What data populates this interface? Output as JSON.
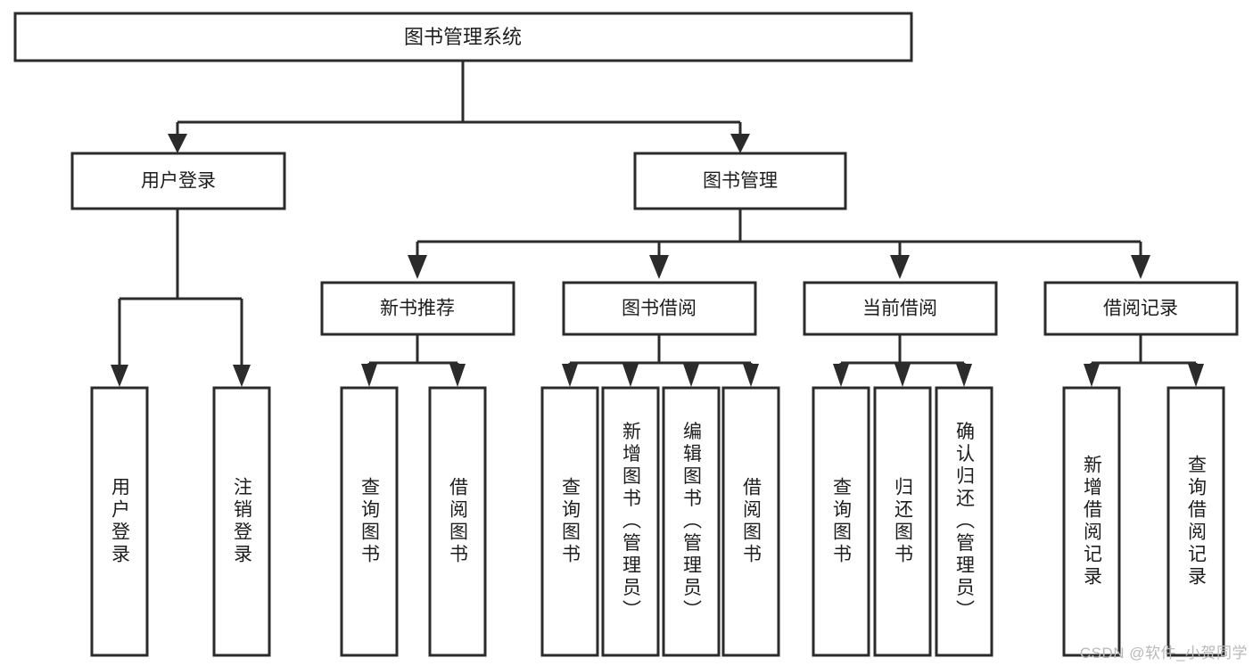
{
  "diagram": {
    "title": "图书管理系统",
    "type": "tree",
    "watermark": "CSDN @软件_小贺同学",
    "colors": {
      "stroke": "#2b2b2b",
      "fill": "#ffffff",
      "text": "#1d1d1d",
      "watermark": "#b9b9b9"
    },
    "nodes": {
      "root": {
        "label": "图书管理系统"
      },
      "level2": [
        {
          "id": "user-login",
          "label": "用户登录"
        },
        {
          "id": "book-manage",
          "label": "图书管理"
        }
      ],
      "level3": [
        {
          "id": "new-book-recommend",
          "label": "新书推荐"
        },
        {
          "id": "book-borrow",
          "label": "图书借阅"
        },
        {
          "id": "current-borrow",
          "label": "当前借阅"
        },
        {
          "id": "borrow-record",
          "label": "借阅记录"
        }
      ],
      "leaves": {
        "user-login": [
          {
            "id": "leaf-user-login",
            "label": "用户登录"
          },
          {
            "id": "leaf-user-logout",
            "label": "注销登录"
          }
        ],
        "new-book-recommend": [
          {
            "id": "leaf-query-book-1",
            "label": "查询图书"
          },
          {
            "id": "leaf-borrow-book-1",
            "label": "借阅图书"
          }
        ],
        "book-borrow": [
          {
            "id": "leaf-query-book-2",
            "label": "查询图书"
          },
          {
            "id": "leaf-add-book",
            "label": "新增图书（管理员）"
          },
          {
            "id": "leaf-edit-book",
            "label": "编辑图书（管理员）"
          },
          {
            "id": "leaf-borrow-book-2",
            "label": "借阅图书"
          }
        ],
        "current-borrow": [
          {
            "id": "leaf-query-book-3",
            "label": "查询图书"
          },
          {
            "id": "leaf-return-book",
            "label": "归还图书"
          },
          {
            "id": "leaf-confirm-return",
            "label": "确认归还（管理员）"
          }
        ],
        "borrow-record": [
          {
            "id": "leaf-add-record",
            "label": "新增借阅记录"
          },
          {
            "id": "leaf-query-record",
            "label": "查询借阅记录"
          }
        ]
      }
    }
  }
}
